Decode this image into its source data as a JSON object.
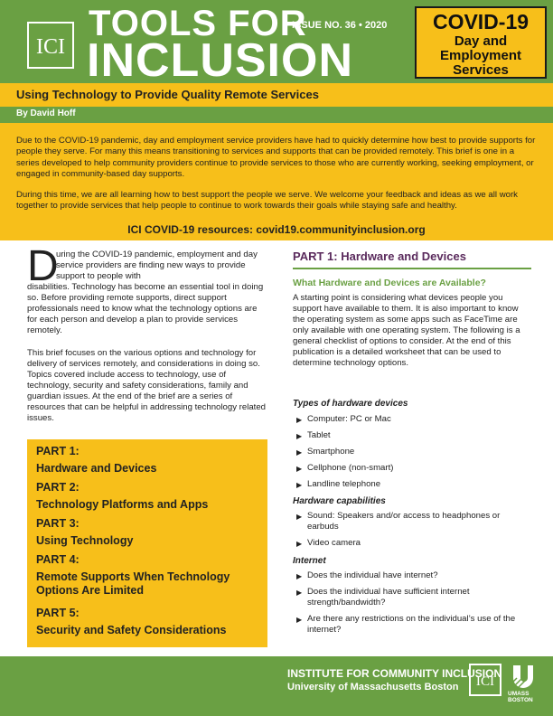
{
  "header": {
    "title_line1": "TOOLS FOR",
    "title_line2": "INCLUSION",
    "issue": "ISSUE NO. 36 • 2020",
    "covid_title": "COVID-19",
    "covid_subtitle": "Day and Employment Services",
    "logo_text": "ICI"
  },
  "subtitle": "Using Technology to Provide Quality Remote Services",
  "author": "By David Hoff",
  "intro": {
    "p1": "Due to the COVID-19 pandemic, day and employment service providers have had to quickly determine how best to provide supports for people they serve. For many this means transitioning to services and supports that can be provided remotely. This brief is one in a series developed to help community providers continue to provide services to those who are currently working, seeking employment, or engaged in community-based day supports.",
    "p2": "During this time, we are all learning how to best support the people we serve. We welcome your feedback and ideas as we all work together to provide services that help people to continue to work towards their goals while staying safe and healthy.",
    "resources": "ICI COVID-19 resources: covid19.communityinclusion.org"
  },
  "left": {
    "dropcap": "D",
    "p1_start": "uring the COVID-19 pandemic, employment and day service providers are finding new ways to provide support to people with",
    "p1_rest": "disabilities. Technology has become an essential tool in doing so. Before providing remote supports, direct support professionals need to know what the technology options are for each person and develop a plan to provide services remotely.",
    "p2": "This brief focuses on the various options and technology for delivery of services remotely, and considerations in doing so. Topics covered include access to technology, use of technology, security and safety considerations, family and guardian issues. At the end of the brief are a series of resources that can be helpful in addressing technology related issues.",
    "parts": [
      {
        "label": "PART 1:",
        "title": "Hardware and Devices"
      },
      {
        "label": "PART 2:",
        "title": "Technology Platforms and Apps"
      },
      {
        "label": "PART 3:",
        "title": "Using Technology"
      },
      {
        "label": "PART 4:",
        "title": "Remote Supports When Technology Options Are Limited"
      },
      {
        "label": "PART 5:",
        "title": "Security and Safety Considerations"
      }
    ]
  },
  "right": {
    "heading": "PART 1: Hardware and Devices",
    "subheading": "What Hardware and Devices are Available?",
    "p1": "A starting point is considering what devices people you support have available to them. It is also important to know the operating system as some apps such as FaceTime are only available with one operating system. The following is a general checklist of options to consider. At the end of this publication is a detailed worksheet that can be used to determine technology options.",
    "types_heading": "Types of hardware devices",
    "types": [
      "Computer: PC or Mac",
      "Tablet",
      "Smartphone",
      "Cellphone (non-smart)",
      "Landline telephone"
    ],
    "capabilities_heading": "Hardware capabilities",
    "capabilities": [
      "Sound: Speakers and/or access to headphones or earbuds",
      "Video camera"
    ],
    "internet_heading": "Internet",
    "internet": [
      "Does the individual have internet?",
      "Does the individual have sufficient internet strength/bandwidth?",
      "Are there any restrictions on the individual’s use of the internet?"
    ]
  },
  "footer": {
    "line1": "INSTITUTE FOR COMMUNITY INCLUSION",
    "line2": "University of Massachusetts Boston",
    "umass": "UMASS BOSTON"
  },
  "colors": {
    "green": "#6aa043",
    "yellow": "#f7bf1a",
    "purple": "#5a2a5c"
  }
}
